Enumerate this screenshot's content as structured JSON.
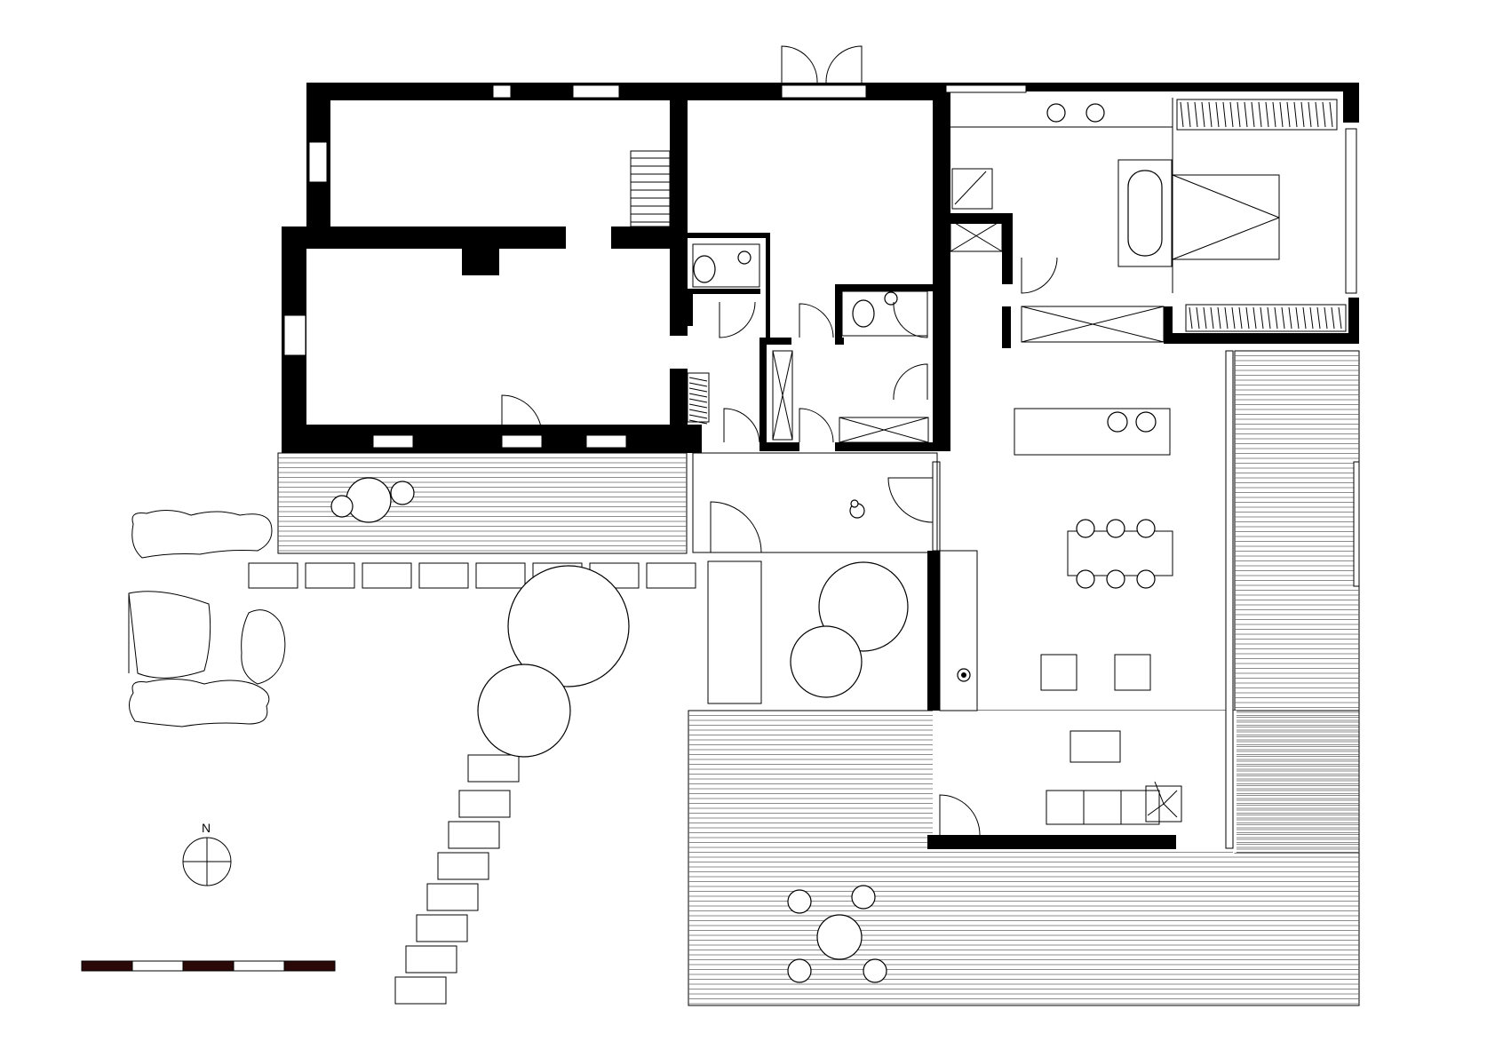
{
  "compass": {
    "label": "N"
  },
  "colors": {
    "wall": "#000000",
    "scale_dark": "#2a0808",
    "scale_light": "#ffffff"
  },
  "scale_bar": {
    "segments": [
      "dark",
      "light",
      "dark",
      "light",
      "dark"
    ]
  }
}
